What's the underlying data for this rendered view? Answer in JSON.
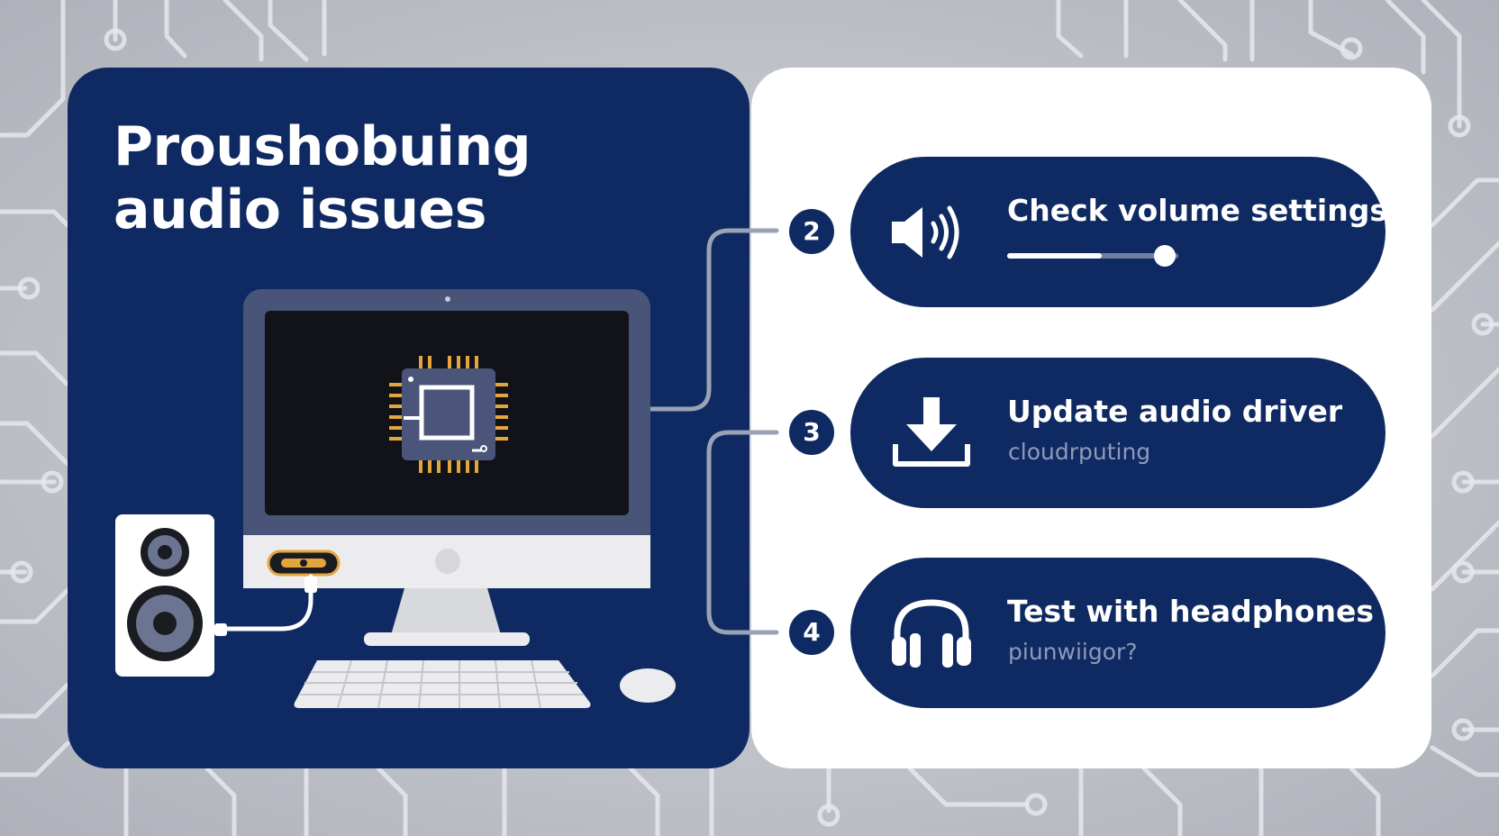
{
  "title": {
    "line1": "Proushobuing",
    "line2": "audio issues"
  },
  "colors": {
    "panel_navy": "#0f2a62",
    "panel_white": "#ffffff",
    "background_gray": "#c2c5cc",
    "chip_gold": "#e3a63c",
    "connector_gray": "#9aa3b5"
  },
  "steps": [
    {
      "number": "2",
      "title": "Check volume settings",
      "icon": "speaker-volume-icon",
      "volume_level_percent": 92,
      "volume_fill_percent": 55
    },
    {
      "number": "3",
      "title": "Update audio driver",
      "subtitle": "cloudrputing",
      "icon": "download-icon"
    },
    {
      "number": "4",
      "title": "Test with headphones",
      "subtitle": "piunwiigor?",
      "icon": "headphones-icon"
    }
  ],
  "illustration": {
    "monitor_icon": "computer-monitor-icon",
    "chip_icon": "processor-chip-icon",
    "speaker_icon": "speaker-box-icon",
    "keyboard_icon": "keyboard-icon",
    "mouse_icon": "mouse-icon",
    "port_icon": "audio-port-icon"
  }
}
